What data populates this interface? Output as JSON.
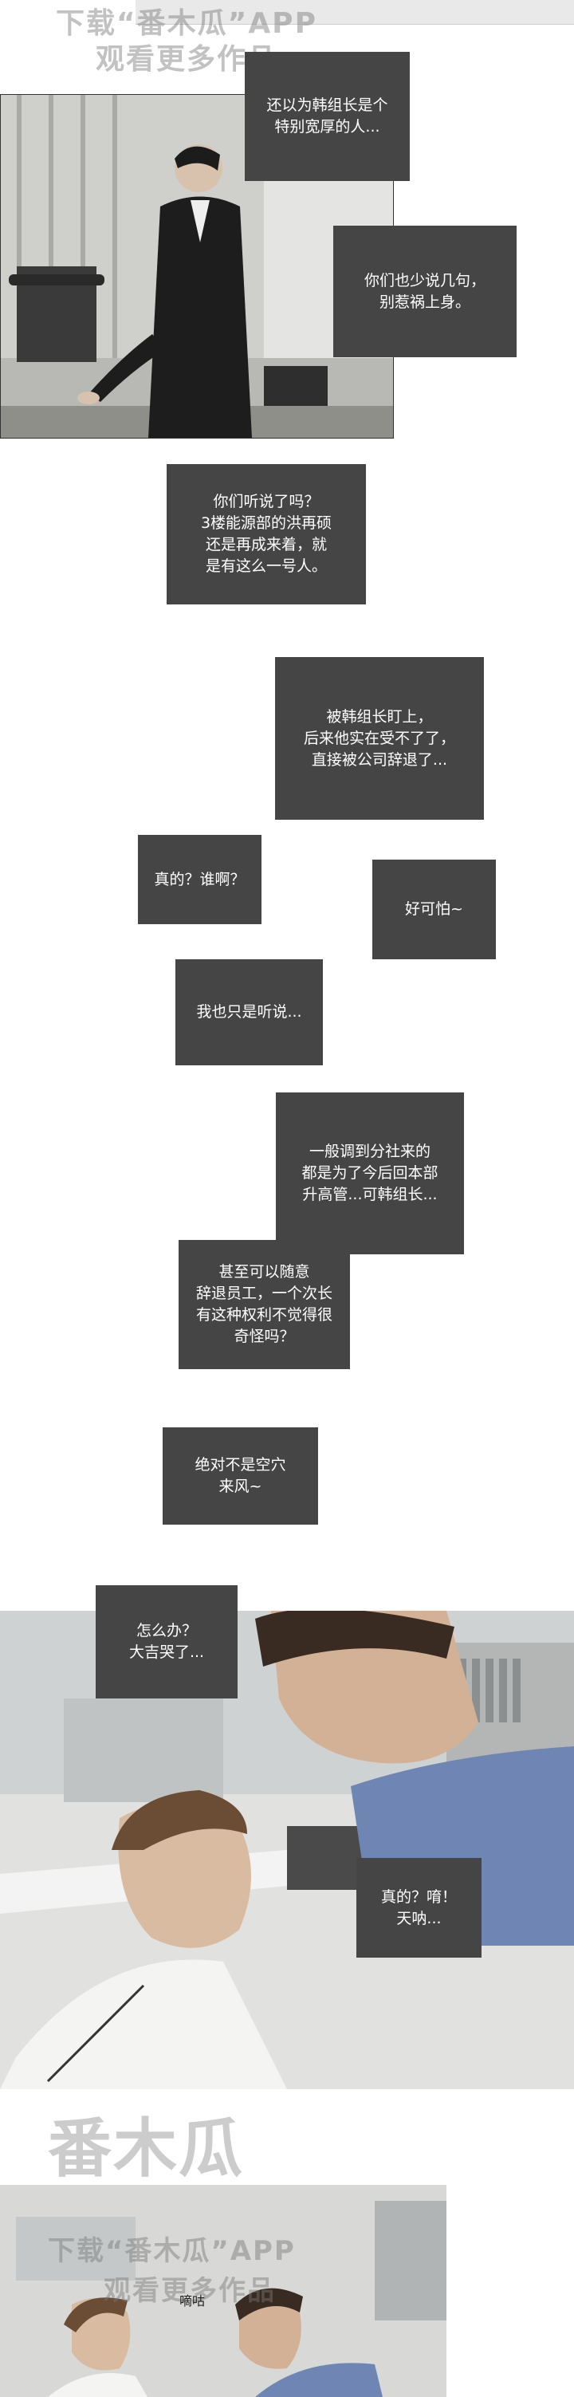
{
  "watermark": {
    "line1": "下载“番木瓜”APP",
    "line2": "观看更多作品",
    "logo": "番木瓜"
  },
  "bubbles": {
    "b1": "还以为韩组长是个\n特别宽厚的人...",
    "b2": "你们也少说几句，\n别惹祸上身。",
    "b3": "你们听说了吗？\n3楼能源部的洪再硕\n还是再成来着，就\n是有这么一号人。",
    "b4": "被韩组长盯上，\n后来他实在受不了了，\n直接被公司辞退了...",
    "b5": "真的？谁啊？",
    "b6": "好可怕~",
    "b7": "我也只是听说...",
    "b8": "一般调到分社来的\n都是为了今后回本部\n升高管...可韩组长...",
    "b9": "甚至可以随意\n辞退员工，一个次长\n有这种权利不觉得很\n奇怪吗？",
    "b10": "绝对不是空穴\n来风~",
    "b11": "怎么办？\n大吉哭了...",
    "b12": "真的？唷！\n天呐...",
    "b13": "嘀咕"
  },
  "colors": {
    "bubble_bg": "#454545",
    "bubble_text": "#ffffff"
  }
}
